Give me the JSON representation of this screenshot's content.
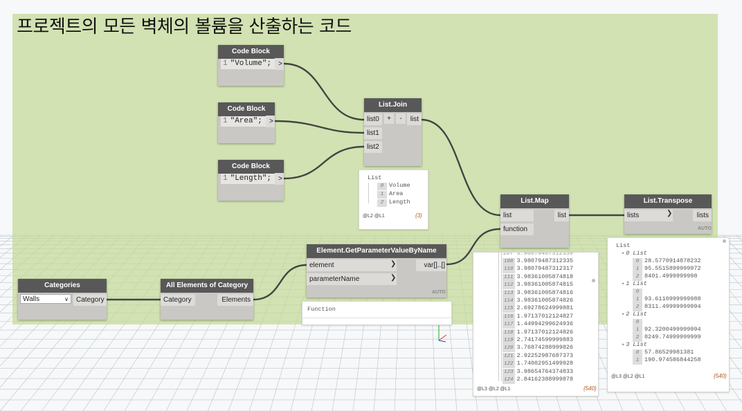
{
  "group_title": "프로젝트의 모든 벽체의 볼륨을 산출하는 코드",
  "colors": {
    "group": "#c4da96",
    "node_header": "#585858",
    "node_body": "#c9c8c5",
    "wire": "#444444",
    "count": "#b05a1e"
  },
  "nodes": {
    "cb1": {
      "title": "Code Block",
      "line_no": "1",
      "code": "\"Volume\";",
      "out": ">"
    },
    "cb2": {
      "title": "Code Block",
      "line_no": "1",
      "code": "\"Area\";",
      "out": ">"
    },
    "cb3": {
      "title": "Code Block",
      "line_no": "1",
      "code": "\"Length\";",
      "out": ">"
    },
    "join": {
      "title": "List.Join",
      "inputs": [
        "list0",
        "list1",
        "list2"
      ],
      "plus": "+",
      "minus": "-",
      "output": "list"
    },
    "map": {
      "title": "List.Map",
      "inputs": [
        "list",
        "function"
      ],
      "output": "list"
    },
    "transpose": {
      "title": "List.Transpose",
      "input": "lists",
      "output": "lists",
      "auto": "AUTO"
    },
    "categories": {
      "title": "Categories",
      "selected": "Walls",
      "output": "Category"
    },
    "allelems": {
      "title": "All Elements of Category",
      "input": "Category",
      "output": "Elements"
    },
    "getparam": {
      "title": "Element.GetParameterValueByName",
      "inputs": [
        "element",
        "parameterName"
      ],
      "output": "var[]..[]",
      "auto": "AUTO"
    }
  },
  "previews": {
    "join": {
      "header": "List",
      "items": [
        {
          "i": "0",
          "v": "Volume"
        },
        {
          "i": "1",
          "v": "Area"
        },
        {
          "i": "2",
          "v": "Length"
        }
      ],
      "footer": "@L2 @L1",
      "count": "{3}"
    },
    "getparam": {
      "text": "Function"
    },
    "map": {
      "items": [
        {
          "i": "108",
          "v": "3.98079487312335"
        },
        {
          "i": "110",
          "v": "3.98079487312317"
        },
        {
          "i": "111",
          "v": "3.98361005874818"
        },
        {
          "i": "112",
          "v": "3.98361005874815"
        },
        {
          "i": "113",
          "v": "3.98361005874816"
        },
        {
          "i": "114",
          "v": "3.98361005874826"
        },
        {
          "i": "115",
          "v": "2.69278624999881"
        },
        {
          "i": "116",
          "v": "1.97137012124827"
        },
        {
          "i": "117",
          "v": "1.44994299624936"
        },
        {
          "i": "118",
          "v": "1.97137012124826"
        },
        {
          "i": "119",
          "v": "2.74174599999883"
        },
        {
          "i": "120",
          "v": "3.76874288999826"
        },
        {
          "i": "121",
          "v": "2.92252987687373"
        },
        {
          "i": "122",
          "v": "1.74002951499928"
        },
        {
          "i": "123",
          "v": "3.98654764374833"
        },
        {
          "i": "124",
          "v": "2.84162388999878"
        }
      ],
      "footer": "@L3 @L2 @L1",
      "count": "{540}"
    },
    "transpose": {
      "header": "List",
      "groups": [
        {
          "label": "0 List",
          "items": [
            {
              "i": "0",
              "v": "28.5770914878232"
            },
            {
              "i": "1",
              "v": "95.5515899999972"
            },
            {
              "i": "2",
              "v": "8401.4999999998"
            }
          ]
        },
        {
          "label": "1 List",
          "items": [
            {
              "i": "0",
              "v": ""
            },
            {
              "i": "1",
              "v": "93.6110999999988"
            },
            {
              "i": "2",
              "v": "8311.49999999994"
            }
          ]
        },
        {
          "label": "2 List",
          "items": [
            {
              "i": "0",
              "v": ""
            },
            {
              "i": "1",
              "v": "92.3200499999994"
            },
            {
              "i": "2",
              "v": "8249.74999999999"
            }
          ]
        },
        {
          "label": "3 List",
          "items": [
            {
              "i": "0",
              "v": "57.86529981381"
            },
            {
              "i": "1",
              "v": "190.974586844258"
            }
          ]
        }
      ],
      "footer": "@L3 @L2 @L1",
      "count": "{540}"
    }
  }
}
